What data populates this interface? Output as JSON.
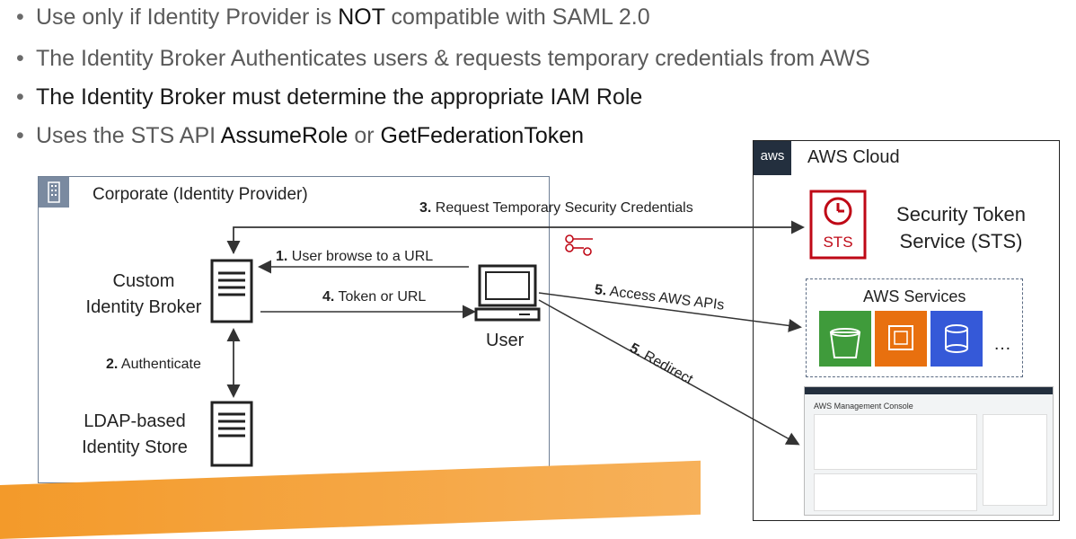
{
  "bullets": [
    {
      "pre": "Use only if Identity Provider is ",
      "em": "NOT",
      "post": " compatible with SAML 2.0"
    },
    {
      "pre": "The Identity Broker Authenticates users & requests temporary credentials from AWS",
      "em": "",
      "post": ""
    },
    {
      "pre": "The Identity Broker must determine the appropriate IAM Role",
      "em": "",
      "post": ""
    },
    {
      "pre": "Uses the STS API ",
      "em": "AssumeRole",
      "mid": " or ",
      "em2": "GetFederationToken"
    }
  ],
  "corporate": {
    "title": "Corporate (Identity Provider)"
  },
  "aws": {
    "logo": "aws",
    "title": "AWS Cloud"
  },
  "nodes": {
    "broker": [
      "Custom",
      "Identity Broker"
    ],
    "ldap": [
      "LDAP-based",
      "Identity Store"
    ],
    "user": "User",
    "sts_badge": "STS",
    "sts": [
      "Security Token",
      "Service (STS)"
    ],
    "services_title": "AWS Services",
    "services_more": "…",
    "console_title": "AWS Management Console"
  },
  "steps": {
    "s1_num": "1.",
    "s1": " User browse to a URL",
    "s2_num": "2.",
    "s2": " Authenticate",
    "s3_num": "3.",
    "s3": " Request Temporary Security Credentials",
    "s4_num": "4.",
    "s4": " Token or URL",
    "s5a_num": "5.",
    "s5a": " Access AWS APIs",
    "s5b_num": "5.",
    "s5b": " Redirect"
  },
  "colors": {
    "sts": "#bf0816",
    "s3": "#2f8f3a",
    "ec2": "#e8700f",
    "db": "#3559d8",
    "accent": "#f39a2a"
  }
}
